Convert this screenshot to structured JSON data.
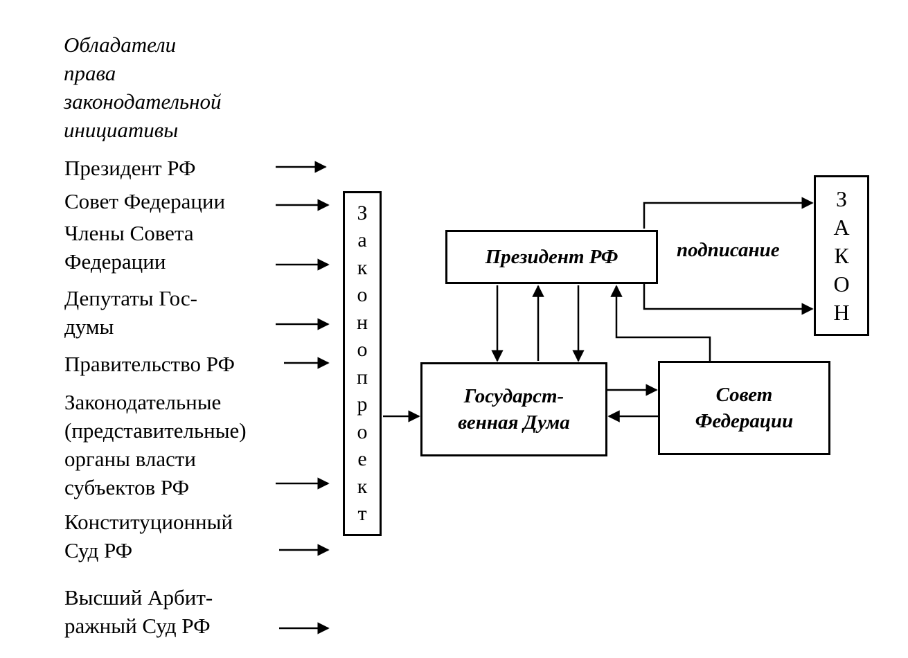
{
  "heading": [
    "Обладатели",
    "права",
    "законодательной",
    "инициативы"
  ],
  "initiators": [
    "Президент РФ",
    "Совет Федерации",
    "Члены Совета",
    "Федерации",
    "Депутаты Гос-",
    "думы",
    "Правительство РФ",
    "Законодательные",
    "(представительные)",
    "органы власти",
    "субъектов РФ",
    "Конституционный",
    "Суд РФ",
    "Высший Арбит-",
    "ражный Суд РФ"
  ],
  "bill_box": [
    "З",
    "а",
    "к",
    "о",
    "н",
    "о",
    "п",
    "р",
    "о",
    "е",
    "к",
    "т"
  ],
  "president_box": "Президент РФ",
  "duma_box": [
    "Государст-",
    "венная Дума"
  ],
  "federation_council_box": [
    "Совет",
    "Федерации"
  ],
  "signing_label": "подписание",
  "law_box": [
    "З",
    "А",
    "К",
    "О",
    "Н"
  ]
}
